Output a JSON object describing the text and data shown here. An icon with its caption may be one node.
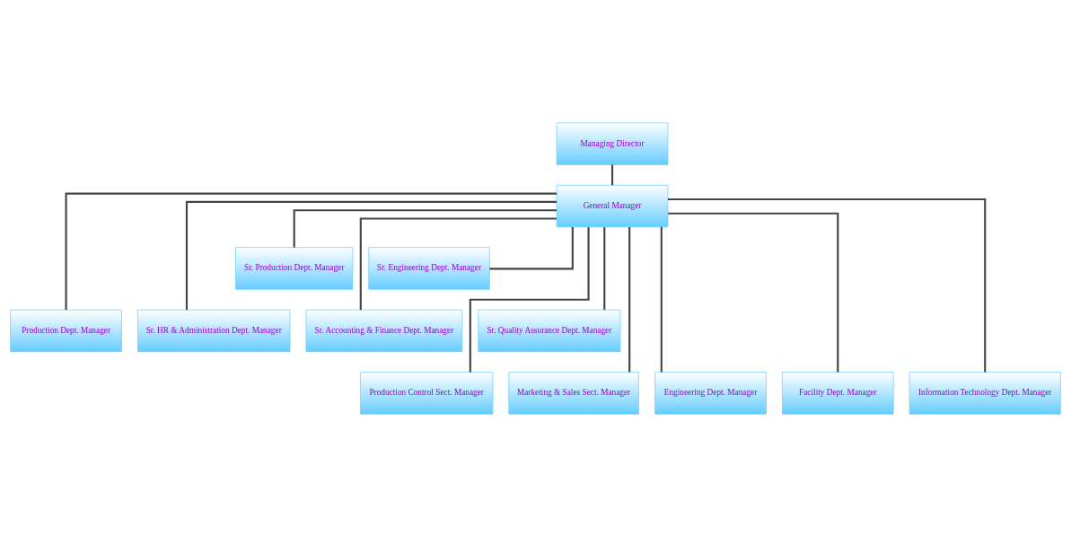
{
  "diagram": {
    "nodes": [
      {
        "text": [
          "Managing Director"
        ]
      },
      {
        "text": [
          "General Manager"
        ]
      },
      {
        "text": [
          "Sr. Production Dept. Manager"
        ]
      },
      {
        "text": [
          "Sr. Engineering Dept. Manager"
        ]
      },
      {
        "text": [
          "Production Dept. Manager"
        ]
      },
      {
        "text": [
          "Sr. HR & Administration Dept. Manager"
        ]
      },
      {
        "text": [
          "Sr. Accounting & Finance Dept. Manager"
        ]
      },
      {
        "text": [
          "Sr. Quality Assurance Dept. Manager"
        ]
      },
      {
        "text": [
          "Production Control Sect. Manager"
        ]
      },
      {
        "text": [
          "Marketing & Sales Sect. Manager"
        ]
      },
      {
        "text": [
          "Engineering Dept. Manager"
        ]
      },
      {
        "text": [
          "Facility Dept. Manager"
        ]
      },
      {
        "text": [
          "Information Technology Dept. Manager"
        ]
      }
    ],
    "edges": [
      {
        "from": 0,
        "to": 1,
        "arrow": "none"
      },
      {
        "from": 1,
        "to": 2,
        "arrow": "none"
      },
      {
        "from": 1,
        "to": 3,
        "arrow": "none"
      },
      {
        "from": 1,
        "to": 4,
        "arrow": "none"
      },
      {
        "from": 1,
        "to": 5,
        "arrow": "none"
      },
      {
        "from": 1,
        "to": 6,
        "arrow": "none"
      },
      {
        "from": 1,
        "to": 7,
        "arrow": "none"
      },
      {
        "from": 1,
        "to": 8,
        "arrow": "none"
      },
      {
        "from": 1,
        "to": 9,
        "arrow": "none"
      },
      {
        "from": 1,
        "to": 10,
        "arrow": "none"
      },
      {
        "from": 1,
        "to": 11,
        "arrow": "none"
      },
      {
        "from": 1,
        "to": 12,
        "arrow": "none"
      }
    ]
  }
}
